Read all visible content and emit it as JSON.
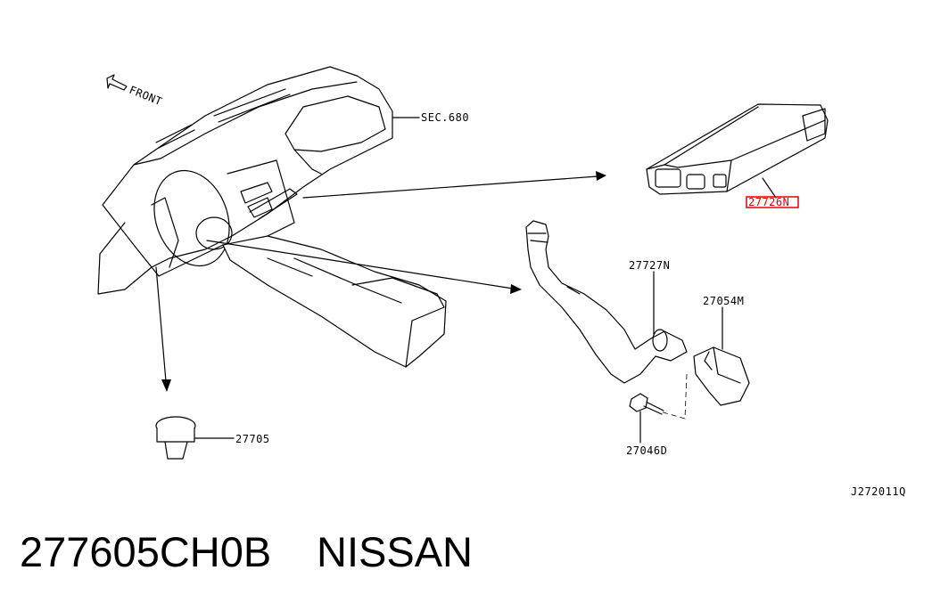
{
  "diagram": {
    "front_label": "FRONT",
    "callouts": {
      "sec680": "SEC.680",
      "p27726N": "27726N",
      "p27727N": "27727N",
      "p27054M": "27054M",
      "p27046D": "27046D",
      "p27705": "27705"
    },
    "figure_code": "J272011Q"
  },
  "caption": {
    "part_number": "277605CH0B",
    "brand": "NISSAN"
  },
  "colors": {
    "highlight": "#e00000",
    "line": "#000000",
    "background": "#ffffff"
  }
}
